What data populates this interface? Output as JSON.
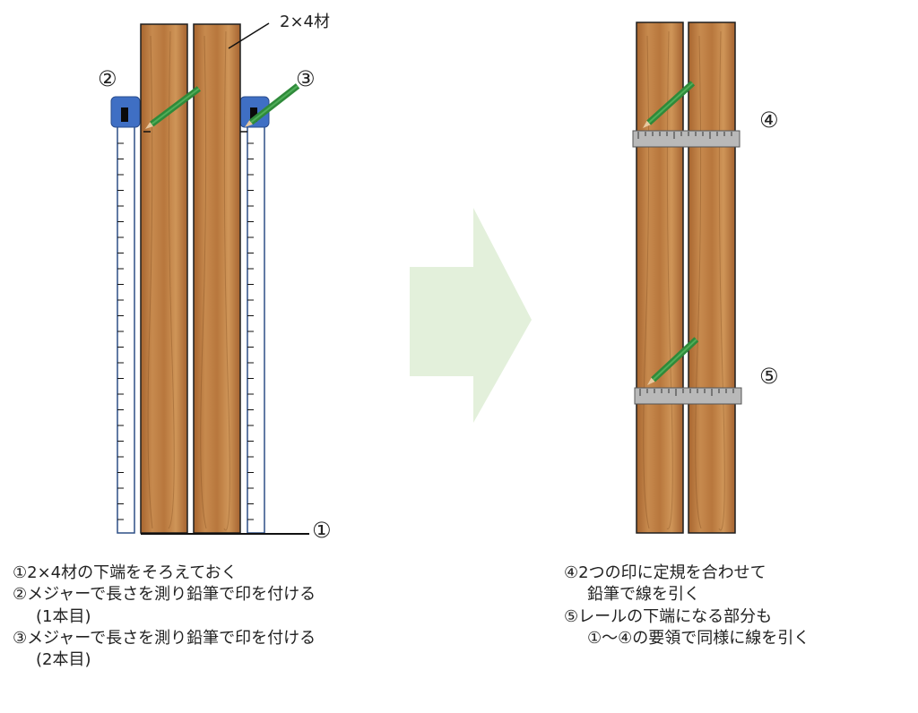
{
  "labels": {
    "lumber": "2×4材",
    "m1": "①",
    "m2": "②",
    "m3": "③",
    "m4": "④",
    "m5": "⑤"
  },
  "captions_left": [
    "①2×4材の下端をそろえておく",
    "②メジャーで長さを測り鉛筆で印を付ける",
    "(1本目)",
    "③メジャーで長さを測り鉛筆で印を付ける",
    "(2本目)"
  ],
  "captions_right": [
    "④2つの印に定規を合わせて",
    "鉛筆で線を引く",
    "⑤レールの下端になる部分も",
    "①〜④の要領で同様に線を引く"
  ],
  "colors": {
    "wood": "#b8773d",
    "wood_grain": "#8a5426",
    "tape_body": "#3f6fc4",
    "pencil": "#2f8a3a",
    "ruler": "#b9b9b9",
    "arrow": "#e3f0db"
  }
}
